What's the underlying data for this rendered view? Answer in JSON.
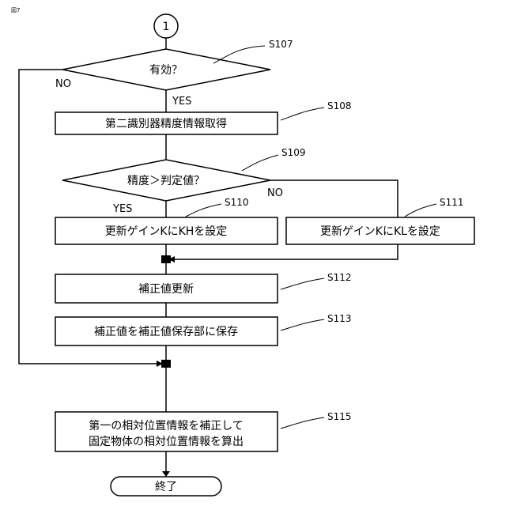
{
  "figure_label": "図7",
  "connector": "1",
  "decisions": {
    "valid": {
      "text": "有効？",
      "step": "S107",
      "no": "NO",
      "yes": "YES"
    },
    "precision": {
      "text": "精度＞判定値？",
      "step": "S109",
      "no": "NO",
      "yes": "YES"
    }
  },
  "processes": {
    "s108": {
      "text": "第二識別器精度情報取得",
      "step": "S108"
    },
    "s110": {
      "text": "更新ゲインKにKHを設定",
      "step": "S110"
    },
    "s111": {
      "text": "更新ゲインKにKLを設定",
      "step": "S111"
    },
    "s112": {
      "text": "補正値更新",
      "step": "S112"
    },
    "s113": {
      "text": "補正値を補正値保存部に保存",
      "step": "S113"
    },
    "s115": {
      "line1": "第一の相対位置情報を補正して",
      "line2": "固定物体の相対位置情報を算出",
      "step": "S115"
    }
  },
  "terminal": {
    "text": "終了"
  }
}
